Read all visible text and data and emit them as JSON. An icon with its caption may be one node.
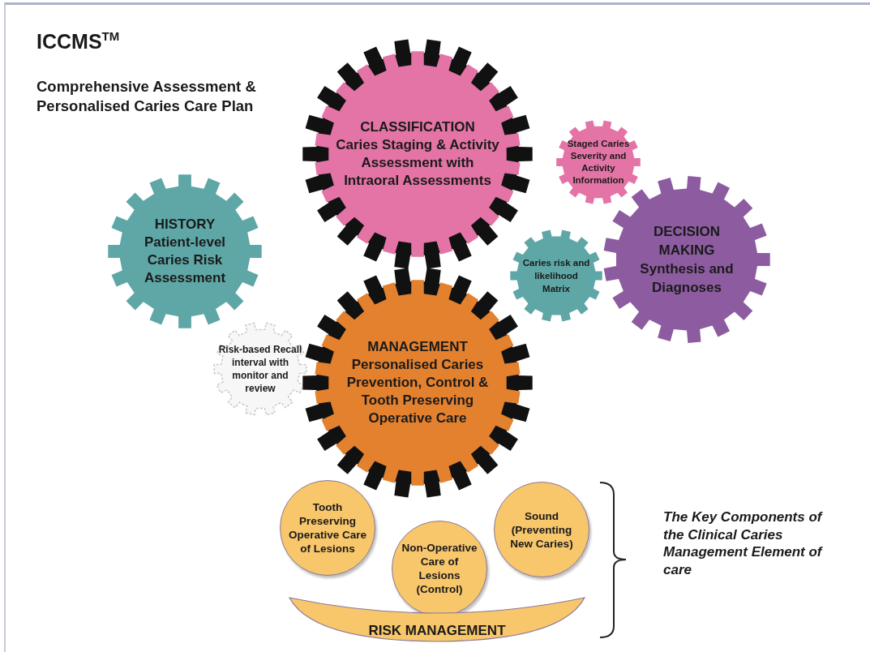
{
  "diagram": {
    "title": "ICCMS$^{TM}$",
    "nodes": [
      {
        "text": [
          "CLASSIFICATION",
          "Caries Staging & Activity Assessment with Intraoral Assessments"
        ]
      },
      {
        "text": [
          "Staged Caries Severity and Activity Information"
        ]
      },
      {
        "text": [
          "HISTORY",
          "Patient-level Caries Risk Assessment"
        ]
      },
      {
        "text": [
          "DECISION MAKING",
          "Synthesis and Diagnoses"
        ]
      },
      {
        "text": [
          "Caries risk and likelihood Matrix"
        ]
      },
      {
        "text": [
          "Risk-based Recall interval with monitor and review"
        ]
      },
      {
        "text": [
          "MANAGEMENT",
          "Personalised Caries Prevention, Control & Tooth Preserving Operative Care"
        ]
      },
      {
        "text": [
          "Tooth Preserving Operative Care of Lesions"
        ]
      },
      {
        "text": [
          "Non-Operative Care of Lesions (Control)"
        ]
      },
      {
        "text": [
          "Sound (Preventing New Caries)"
        ]
      },
      {
        "text": [
          "RISK MANAGEMENT"
        ]
      }
    ],
    "labels": [
      "Comprehensive Assessment & Personalised Caries Care Plan",
      "The Key Components of the Clinical Caries Management Element of care"
    ]
  }
}
